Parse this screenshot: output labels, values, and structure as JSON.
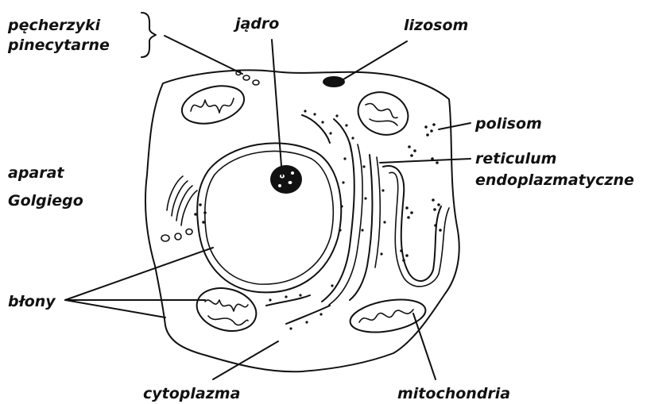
{
  "labels": {
    "pecherzyki_line1": "pęcherzyki",
    "pecherzyki_line2": "pinecytarne",
    "jadro": "jądro",
    "lizosom": "lizosom",
    "polisom": "polisom",
    "reticulum_line1": "reticulum",
    "reticulum_line2": "endoplazmatyczne",
    "aparat_line1": "aparat",
    "aparat_line2": "Golgiego",
    "blony": "błony",
    "cytoplazma": "cytoplazma",
    "mitochondria": "mitochondria"
  },
  "colors": {
    "ink": "#111111",
    "background": "#ffffff"
  }
}
